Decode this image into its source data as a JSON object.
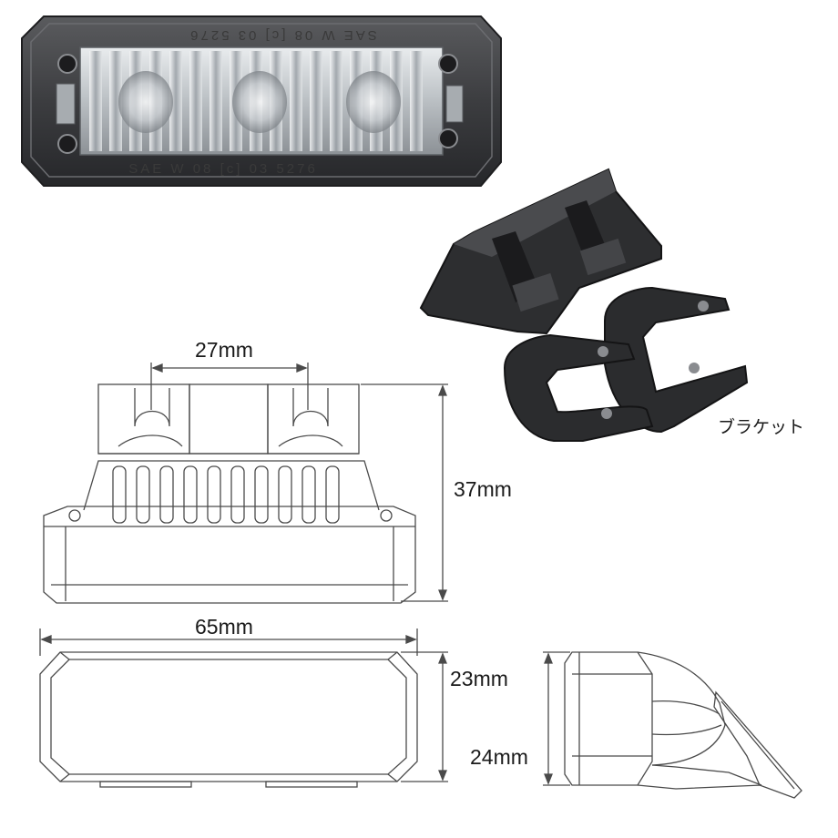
{
  "photo": {
    "lens_print_top": "SAE W 08 [c] 03 5276",
    "lens_print_bottom": "SAE W 08 [c] 03 5276"
  },
  "bracket": {
    "caption": "ブラケット"
  },
  "dimensions": {
    "bracket_spacing": "27mm",
    "height": "37mm",
    "width": "65mm",
    "front_height": "23mm",
    "side_height": "24mm"
  },
  "colors": {
    "line": "#555555",
    "housing": "#3b3b3d",
    "bracket": "#2a2a2c"
  }
}
